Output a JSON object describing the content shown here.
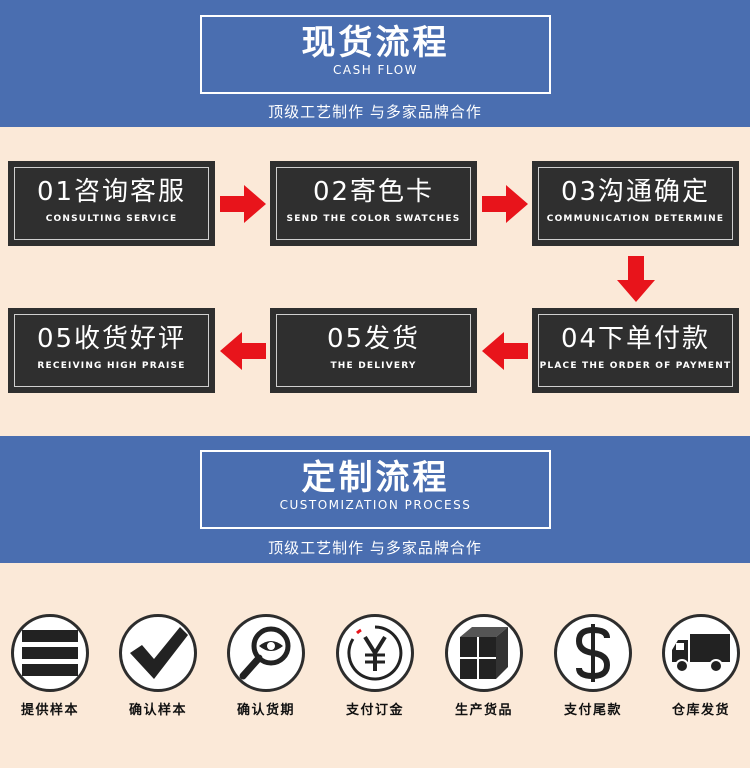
{
  "cash_flow": {
    "title": "现货流程",
    "subtitle": "CASH FLOW",
    "slogan": "顶级工艺制作 与多家品牌合作"
  },
  "cash_steps": [
    {
      "name": "01咨询客服",
      "en": "CONSULTING SERVICE"
    },
    {
      "name": "02寄色卡",
      "en": "SEND THE COLOR SWATCHES"
    },
    {
      "name": "03沟通确定",
      "en": "COMMUNICATION DETERMINE"
    },
    {
      "name": "04下单付款",
      "en": "PLACE THE ORDER OF PAYMENT"
    },
    {
      "name": "05发货",
      "en": "THE DELIVERY"
    },
    {
      "name": "05收货好评",
      "en": "RECEIVING HIGH PRAISE"
    }
  ],
  "custom": {
    "title": "定制流程",
    "subtitle": "CUSTOMIZATION PROCESS",
    "slogan": "顶级工艺制作 与多家品牌合作"
  },
  "custom_steps": [
    {
      "label": "提供样本",
      "icon": "bars-icon"
    },
    {
      "label": "确认样本",
      "icon": "checkmark-icon"
    },
    {
      "label": "确认货期",
      "icon": "magnifier-eye-icon"
    },
    {
      "label": "支付订金",
      "icon": "yen-icon"
    },
    {
      "label": "生产货品",
      "icon": "box-icon"
    },
    {
      "label": "支付尾款",
      "icon": "dollar-icon"
    },
    {
      "label": "仓库发货",
      "icon": "truck-icon"
    }
  ],
  "colors": {
    "banner": "#4a6eb0",
    "background": "#fbe9d8",
    "step_box": "#2f2f2f",
    "arrow": "#e8141b"
  }
}
